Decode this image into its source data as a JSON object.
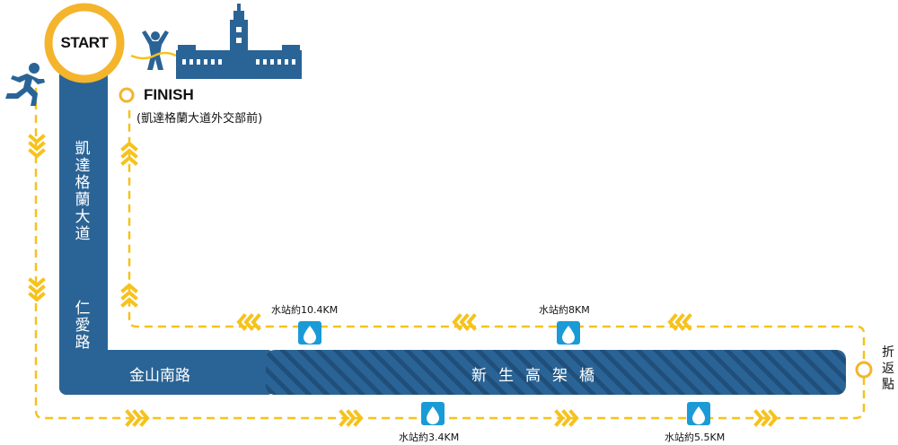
{
  "start_label": "START",
  "finish": {
    "label": "FINISH",
    "location": "(凱達格蘭大道外交部前)"
  },
  "roads": {
    "ketagalan": "凱達格蘭大道",
    "renai": "仁愛路",
    "jinshan_south": "金山南路",
    "xinsheng_elevated": "新生高架橋"
  },
  "turnaround": "折返點",
  "water_stations": [
    {
      "label": "水站約10.4KM"
    },
    {
      "label": "水站約8KM"
    },
    {
      "label": "水站約3.4KM"
    },
    {
      "label": "水站約5.5KM"
    }
  ],
  "colors": {
    "road": "#2a6496",
    "route_dash": "#f6c21c",
    "start_ring": "#f4b42c",
    "water_icon": "#1a9bd7"
  },
  "icons": [
    "runner-icon",
    "finish-runner-icon",
    "presidential-building-icon",
    "water-drop-icon",
    "chevron-arrow-icon"
  ]
}
